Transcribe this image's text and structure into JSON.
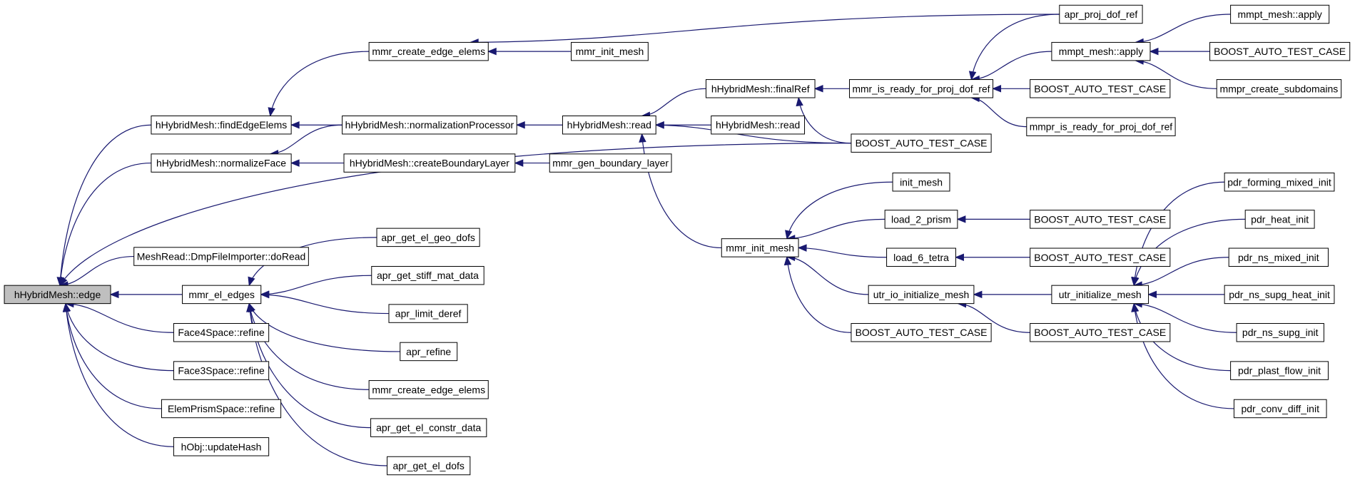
{
  "colors": {
    "edge": "#191970",
    "node_border": "#000000",
    "node_fill": "#ffffff",
    "root_fill": "#bfbfbf",
    "truncated_border": "#ff0000"
  },
  "nodes": [
    {
      "id": "root",
      "label": "hHybridMesh::edge",
      "style": "root"
    },
    {
      "id": "findEdgeElems",
      "label": "hHybridMesh::findEdgeElems"
    },
    {
      "id": "normalizeFace",
      "label": "hHybridMesh::normalizeFace"
    },
    {
      "id": "doRead",
      "label": "MeshRead::DmpFileImporter::doRead"
    },
    {
      "id": "mmr_el_edges",
      "label": "mmr_el_edges"
    },
    {
      "id": "face4",
      "label": "Face4Space::refine"
    },
    {
      "id": "face3",
      "label": "Face3Space::refine"
    },
    {
      "id": "prism",
      "label": "ElemPrismSpace::refine"
    },
    {
      "id": "hobj",
      "label": "hObj::updateHash"
    },
    {
      "id": "mmr_create_edge_elems_1",
      "label": "mmr_create_edge_elems"
    },
    {
      "id": "normProc",
      "label": "hHybridMesh::normalizationProcessor"
    },
    {
      "id": "createBL",
      "label": "hHybridMesh::createBoundaryLayer"
    },
    {
      "id": "geo_dofs",
      "label": "apr_get_el_geo_dofs"
    },
    {
      "id": "stiff",
      "label": "apr_get_stiff_mat_data"
    },
    {
      "id": "limit",
      "label": "apr_limit_deref"
    },
    {
      "id": "refine",
      "label": "apr_refine"
    },
    {
      "id": "mmr_create_edge_elems_2",
      "label": "mmr_create_edge_elems"
    },
    {
      "id": "constr",
      "label": "apr_get_el_constr_data"
    },
    {
      "id": "el_dofs",
      "label": "apr_get_el_dofs"
    },
    {
      "id": "mmr_init_mesh_1",
      "label": "mmr_init_mesh"
    },
    {
      "id": "read1",
      "label": "hHybridMesh::read"
    },
    {
      "id": "mmr_gen_bl",
      "label": "mmr_gen_boundary_layer"
    },
    {
      "id": "finalRef",
      "label": "hHybridMesh::finalRef"
    },
    {
      "id": "read2",
      "label": "hHybridMesh::read"
    },
    {
      "id": "mmr_init_mesh_2",
      "label": "mmr_init_mesh"
    },
    {
      "id": "apr_proj",
      "label": "apr_proj_dof_ref"
    },
    {
      "id": "is_ready",
      "label": "mmr_is_ready_for_proj_dof_ref"
    },
    {
      "id": "boost_a",
      "label": "BOOST_AUTO_TEST_CASE"
    },
    {
      "id": "init_mesh",
      "label": "init_mesh"
    },
    {
      "id": "load2",
      "label": "load_2_prism"
    },
    {
      "id": "load6",
      "label": "load_6_tetra"
    },
    {
      "id": "utr_io",
      "label": "utr_io_initialize_mesh"
    },
    {
      "id": "boost_b",
      "label": "BOOST_AUTO_TEST_CASE"
    },
    {
      "id": "mmpt_apply_1",
      "label": "mmpt_mesh::apply"
    },
    {
      "id": "boost_c",
      "label": "BOOST_AUTO_TEST_CASE"
    },
    {
      "id": "mmpr_ready",
      "label": "mmpr_is_ready_for_proj_dof_ref"
    },
    {
      "id": "boost_d",
      "label": "BOOST_AUTO_TEST_CASE"
    },
    {
      "id": "boost_e",
      "label": "BOOST_AUTO_TEST_CASE"
    },
    {
      "id": "utr_init",
      "label": "utr_initialize_mesh"
    },
    {
      "id": "boost_f",
      "label": "BOOST_AUTO_TEST_CASE"
    },
    {
      "id": "mmpt_apply_2",
      "label": "mmpt_mesh::apply"
    },
    {
      "id": "boost_g",
      "label": "BOOST_AUTO_TEST_CASE"
    },
    {
      "id": "mmpr_sub",
      "label": "mmpr_create_subdomains"
    },
    {
      "id": "pdr_forming",
      "label": "pdr_forming_mixed_init",
      "style": "truncated"
    },
    {
      "id": "pdr_heat",
      "label": "pdr_heat_init",
      "style": "truncated"
    },
    {
      "id": "pdr_ns_mixed",
      "label": "pdr_ns_mixed_init",
      "style": "truncated"
    },
    {
      "id": "pdr_ns_supg_heat",
      "label": "pdr_ns_supg_heat_init",
      "style": "truncated"
    },
    {
      "id": "pdr_ns_supg",
      "label": "pdr_ns_supg_init",
      "style": "truncated"
    },
    {
      "id": "pdr_plast",
      "label": "pdr_plast_flow_init",
      "style": "truncated"
    },
    {
      "id": "pdr_conv",
      "label": "pdr_conv_diff_init",
      "style": "truncated"
    }
  ],
  "edges": [
    [
      "root",
      "findEdgeElems"
    ],
    [
      "root",
      "normalizeFace"
    ],
    [
      "root",
      "doRead"
    ],
    [
      "root",
      "mmr_el_edges"
    ],
    [
      "root",
      "face4"
    ],
    [
      "root",
      "face3"
    ],
    [
      "root",
      "prism"
    ],
    [
      "root",
      "hobj"
    ],
    [
      "root",
      "boost_b"
    ],
    [
      "findEdgeElems",
      "mmr_create_edge_elems_1"
    ],
    [
      "findEdgeElems",
      "normProc"
    ],
    [
      "normalizeFace",
      "normProc"
    ],
    [
      "normalizeFace",
      "createBL"
    ],
    [
      "mmr_el_edges",
      "geo_dofs"
    ],
    [
      "mmr_el_edges",
      "stiff"
    ],
    [
      "mmr_el_edges",
      "limit"
    ],
    [
      "mmr_el_edges",
      "refine"
    ],
    [
      "mmr_el_edges",
      "mmr_create_edge_elems_2"
    ],
    [
      "mmr_el_edges",
      "constr"
    ],
    [
      "mmr_el_edges",
      "el_dofs"
    ],
    [
      "mmr_create_edge_elems_1",
      "mmr_init_mesh_1"
    ],
    [
      "mmr_create_edge_elems_1",
      "apr_proj"
    ],
    [
      "normProc",
      "read1"
    ],
    [
      "createBL",
      "mmr_gen_bl"
    ],
    [
      "read1",
      "finalRef"
    ],
    [
      "read1",
      "read2"
    ],
    [
      "read1",
      "boost_b"
    ],
    [
      "read1",
      "mmr_init_mesh_2"
    ],
    [
      "finalRef",
      "is_ready"
    ],
    [
      "finalRef",
      "boost_b"
    ],
    [
      "is_ready",
      "apr_proj"
    ],
    [
      "is_ready",
      "mmpt_apply_1"
    ],
    [
      "is_ready",
      "boost_c"
    ],
    [
      "is_ready",
      "mmpr_ready"
    ],
    [
      "mmpt_apply_1",
      "mmpt_apply_2"
    ],
    [
      "mmpt_apply_1",
      "boost_g"
    ],
    [
      "mmpt_apply_1",
      "mmpr_sub"
    ],
    [
      "mmr_init_mesh_2",
      "init_mesh"
    ],
    [
      "mmr_init_mesh_2",
      "load2"
    ],
    [
      "mmr_init_mesh_2",
      "load6"
    ],
    [
      "mmr_init_mesh_2",
      "utr_io"
    ],
    [
      "mmr_init_mesh_2",
      "boost_a"
    ],
    [
      "load2",
      "boost_d"
    ],
    [
      "load6",
      "boost_e"
    ],
    [
      "utr_io",
      "utr_init"
    ],
    [
      "utr_io",
      "boost_f"
    ],
    [
      "utr_init",
      "pdr_forming"
    ],
    [
      "utr_init",
      "pdr_heat"
    ],
    [
      "utr_init",
      "pdr_ns_mixed"
    ],
    [
      "utr_init",
      "pdr_ns_supg_heat"
    ],
    [
      "utr_init",
      "pdr_ns_supg"
    ],
    [
      "utr_init",
      "pdr_plast"
    ],
    [
      "utr_init",
      "pdr_conv"
    ]
  ]
}
